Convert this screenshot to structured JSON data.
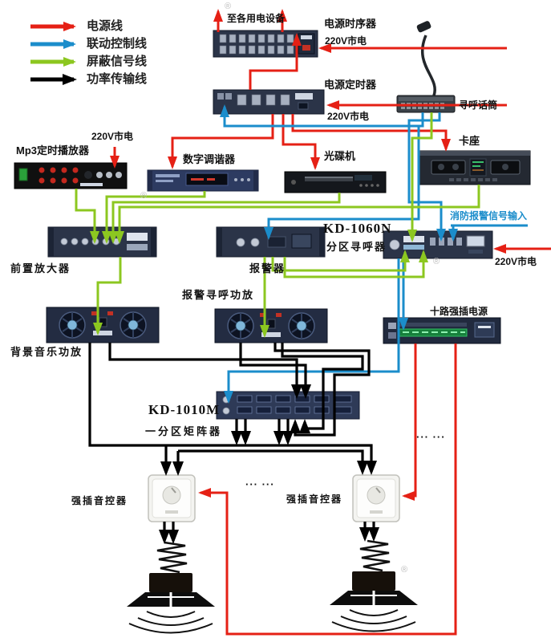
{
  "colors": {
    "power_line": "#e52015",
    "control_line": "#1b8dcb",
    "signal_line": "#8cc720",
    "power_transmission": "#000000"
  },
  "legend": {
    "items": [
      {
        "id": "power",
        "label": "电源线"
      },
      {
        "id": "control",
        "label": "联动控制线"
      },
      {
        "id": "signal",
        "label": "屏蔽信号线"
      },
      {
        "id": "transmission",
        "label": "功率传输线"
      }
    ]
  },
  "labels": {
    "to_all_loads": "至各用电设备",
    "power_sequencer": "电源时序器",
    "sequencer_mains": "220V市电",
    "power_timer": "电源定时器",
    "timer_mains": "220V市电",
    "paging_microphone": "寻呼话筒",
    "cassette_deck": "卡座",
    "mp3_mains": "220V市电",
    "mp3_player": "Mp3定时播放器",
    "digital_tuner": "数字调谐器",
    "cd_player": "光碟机",
    "fire_alarm_input": "消防报警信号输入",
    "pager_model": "KD-1060N",
    "zone_pager": "分区寻呼器",
    "pager_mains": "220V市电",
    "preamplifier": "前置放大器",
    "alarm_unit": "报警器",
    "alarm_paging_amp": "报警寻呼功放",
    "bgm_amp": "背景音乐功放",
    "ten_way_power": "十路强插电源",
    "matrix_model": "KD-1010M",
    "zone_matrix": "一分区矩阵器",
    "volume_controller_left": "强插音控器",
    "volume_controller_right": "强插音控器",
    "ellipsis_mid": "··· ···",
    "ellipsis_lower": "··· ···",
    "registered_mark": "®"
  }
}
